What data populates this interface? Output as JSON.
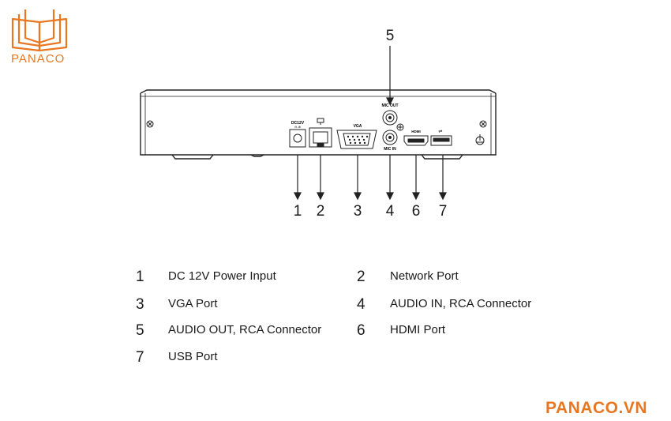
{
  "brand": {
    "name": "PANACO",
    "url_text": "PANACO.VN",
    "color": "#e87722"
  },
  "callout_numbers": [
    "1",
    "2",
    "3",
    "4",
    "5",
    "6",
    "7"
  ],
  "panel_labels": {
    "dc": "DC12V",
    "dc_sub": "⊖-⊕",
    "vga": "VGA",
    "mic_out": "MIC OUT",
    "mic_in": "MIC IN",
    "hdmi": "HDMI",
    "usb": "⇌"
  },
  "legend": [
    {
      "num": "1",
      "label": "DC 12V Power Input"
    },
    {
      "num": "2",
      "label": "Network Port"
    },
    {
      "num": "3",
      "label": "VGA Port"
    },
    {
      "num": "4",
      "label": "AUDIO IN, RCA Connector"
    },
    {
      "num": "5",
      "label": "AUDIO OUT, RCA Connector"
    },
    {
      "num": "6",
      "label": "HDMI Port"
    },
    {
      "num": "7",
      "label": "USB Port"
    }
  ]
}
